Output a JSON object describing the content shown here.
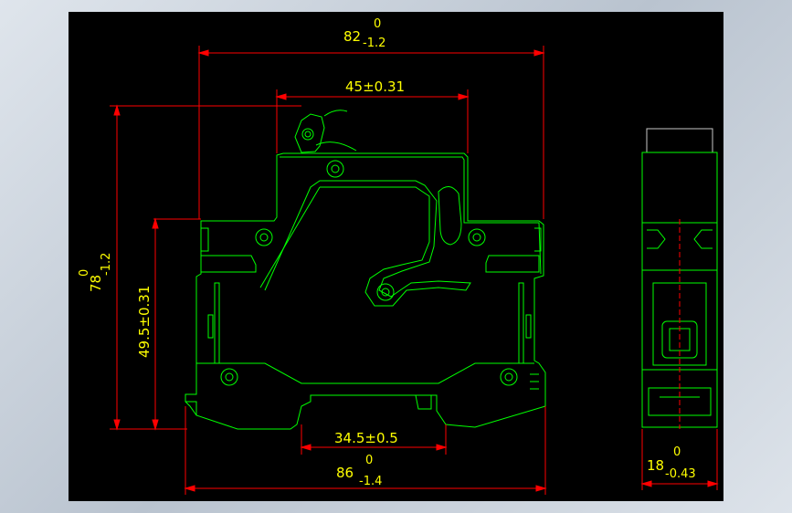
{
  "colors": {
    "background": "#000000",
    "outline": "#00ff00",
    "dimension_line": "#ff0000",
    "dimension_text": "#ffff00",
    "frame": "#c0c8d2"
  },
  "dimensions": {
    "overall_width_top": {
      "nominal": "82",
      "upper": "0",
      "lower": "-1.2"
    },
    "upper_width": {
      "text": "45±0.31"
    },
    "overall_height": {
      "nominal": "78",
      "upper": "0",
      "lower": "-1.2"
    },
    "mount_height": {
      "text": "49.5±0.31"
    },
    "rail_width": {
      "text": "34.5±0.5"
    },
    "overall_width_bottom": {
      "nominal": "86",
      "upper": "0",
      "lower": "-1.4"
    },
    "side_width": {
      "nominal": "18",
      "upper": "0",
      "lower": "-0.43"
    }
  }
}
